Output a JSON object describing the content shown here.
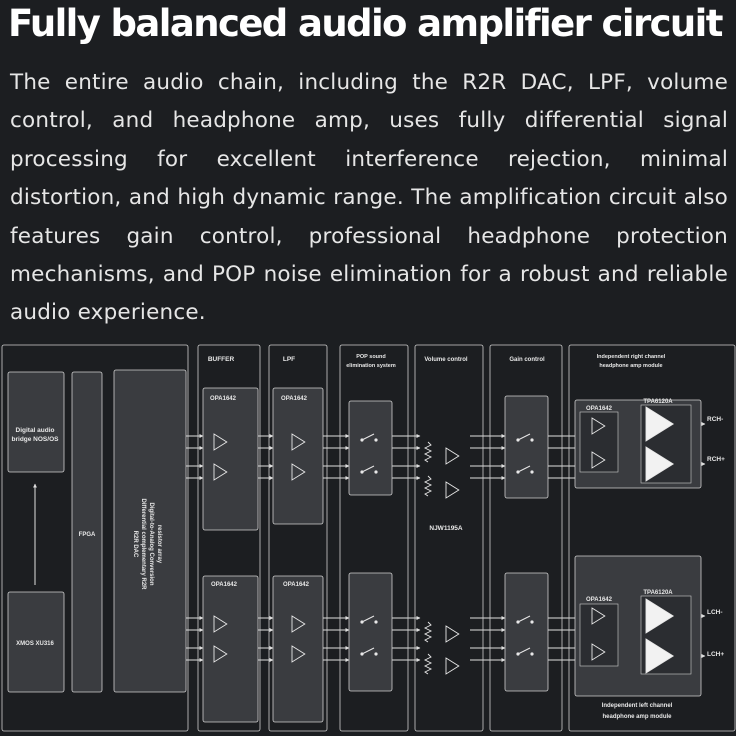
{
  "title": "Fully balanced audio amplifier circuit",
  "description": "The entire audio chain, including the R2R DAC, LPF, volume control, and headphone amp, uses fully differential signal processing for excellent interference rejection, minimal distortion, and high dynamic range. The amplification circuit also features gain control, professional headphone protection mechanisms, and POP noise elimination for a robust and reliable audio experience.",
  "diagram": {
    "bridge_label_1": "Digital audio",
    "bridge_label_2": "bridge NOS/OS",
    "xmos": "XMOS XU316",
    "fpga": "FPGA",
    "dac_1": "R2R DAC",
    "dac_2": "Differential complementary R2R",
    "dac_3": "Digital-to-Analog Conversion",
    "dac_4": "resistor array",
    "buffer": "BUFFER",
    "lpf": "LPF",
    "pop_1": "POP sound",
    "pop_2": "elimination system",
    "volume": "Volume control",
    "gain": "Gain control",
    "right_module_1": "Independent right channel",
    "right_module_2": "headphone amp module",
    "left_module_1": "Independent left channel",
    "left_module_2": "headphone amp module",
    "opa": "OPA1642",
    "tpa": "TPA6120A",
    "njw": "NJW1195A",
    "rch_minus": "RCH-",
    "rch_plus": "RCH+",
    "lch_minus": "LCH-",
    "lch_plus": "LCH+"
  }
}
